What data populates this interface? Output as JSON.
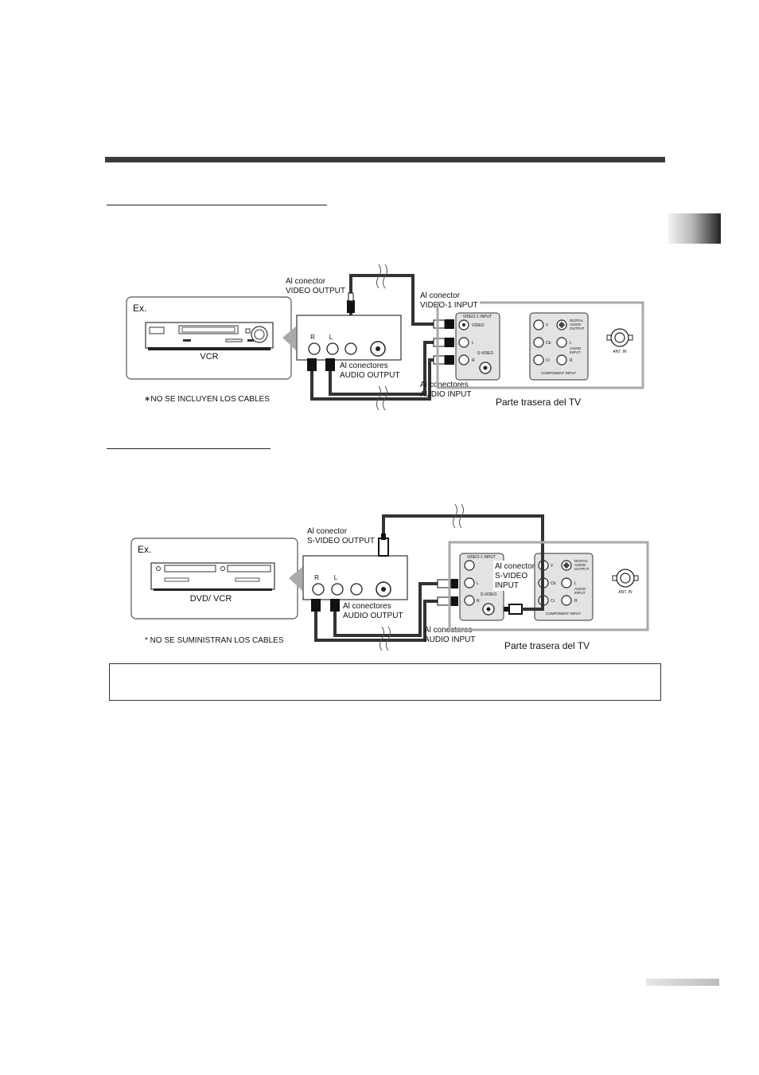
{
  "diagram1": {
    "ex_label": "Ex.",
    "device_label": "VCR",
    "cables_note": "∗NO SE INCLUYEN LOS CABLES",
    "video_output_line1": "Al conector",
    "video_output_line2": "VIDEO OUTPUT",
    "video1_input_line1": "Al conector",
    "video1_input_line2": "VIDEO-1 INPUT",
    "audio_output_line1": "Al conectores",
    "audio_output_line2": "AUDIO OUTPUT",
    "audio_input_line1": "Al conectores",
    "audio_input_line2": "AUDIO INPUT",
    "tv_rear_label": "Parte trasera del TV",
    "jack_r": "R",
    "jack_l": "L"
  },
  "diagram2": {
    "ex_label": "Ex.",
    "device_label": "DVD/ VCR",
    "cables_note": "* NO SE SUMINISTRAN LOS CABLES",
    "svideo_output_line1": "Al conector",
    "svideo_output_line2": "S-VIDEO OUTPUT",
    "svideo_input_line1": "Al conector",
    "svideo_input_line2": "S-VIDEO",
    "svideo_input_line3": "INPUT",
    "audio_output_line1": "Al conectores",
    "audio_output_line2": "AUDIO OUTPUT",
    "audio_input_line1": "Al conectores",
    "audio_input_line2": "AUDIO INPUT",
    "tv_rear_label": "Parte trasera del TV",
    "jack_r": "R",
    "jack_l": "L"
  },
  "tv_panel": {
    "video1_input": "VIDEO-1 INPUT",
    "video": "VIDEO",
    "l": "L",
    "r": "R",
    "svideo": "S-VIDEO",
    "y": "Y",
    "cb": "Cb",
    "cr": "Cr",
    "digital_audio_1": "DIGITAL",
    "digital_audio_2": "AUDIO",
    "digital_audio_3": "OUTPUT",
    "audio_input_1": "AUDIO",
    "audio_input_2": "INPUT",
    "component_input": "COMPONENT INPUT",
    "ant_in": "ANT. IN"
  }
}
